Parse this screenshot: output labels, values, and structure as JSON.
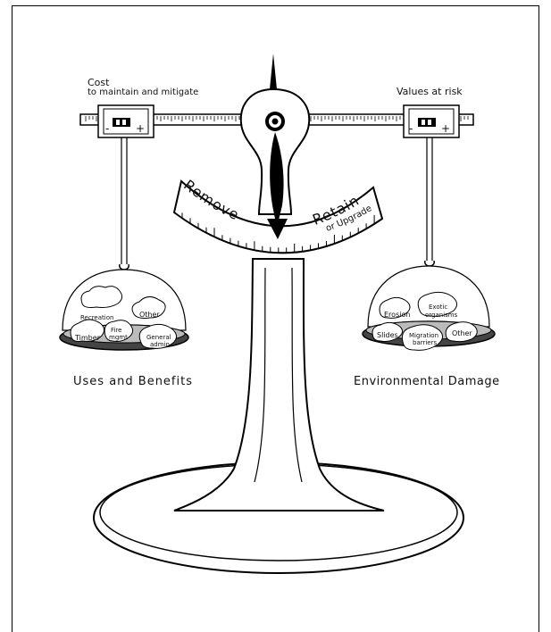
{
  "left_pan": {
    "cost_title": "Cost",
    "cost_subtitle": "to maintain and mitigate",
    "caption": "Uses and Benefits",
    "rocks": [
      "Recreation",
      "Other",
      "Timber",
      "Fire",
      "mgmt",
      "General",
      "admin."
    ]
  },
  "right_pan": {
    "title": "Values at risk",
    "caption": "Environmental Damage",
    "rocks": [
      "Erosion",
      "Exotic",
      "organisms",
      "Slides",
      "Migration",
      "barriers",
      "Other"
    ]
  },
  "dial": {
    "left_word": "Remove",
    "right_word": "Retain",
    "right_sub": "or Upgrade"
  },
  "sliders": {
    "minus": "-",
    "plus": "+"
  }
}
